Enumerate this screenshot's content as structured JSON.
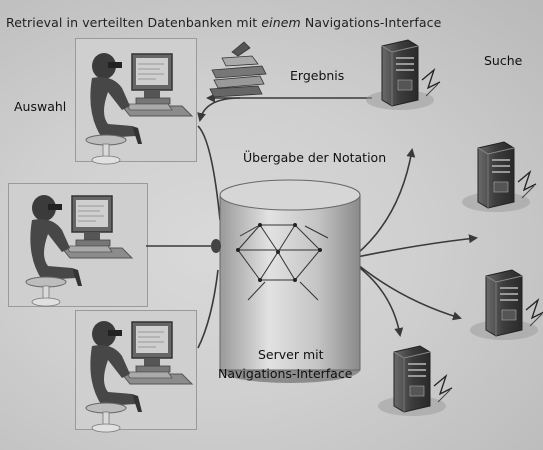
{
  "title": {
    "prefix": "Retrieval in verteilten Datenbanken mit ",
    "emphasis": "einem",
    "suffix": " Navigations-Interface"
  },
  "labels": {
    "ergebnis": "Ergebnis",
    "suche": "Suche",
    "auswahl": "Auswahl",
    "uebergabe": "Übergabe der Notation",
    "server_line1": "Server mit",
    "server_line2": "Navigations-Interface"
  },
  "icons": {
    "workstation": "user-at-computer-icon",
    "server": "server-tower-icon",
    "database": "database-cylinder-icon",
    "books": "books-stack-icon"
  },
  "colors": {
    "background": "#c8c8c8",
    "arrow": "#3a3a3a",
    "server_body": "#4a4a4a"
  }
}
